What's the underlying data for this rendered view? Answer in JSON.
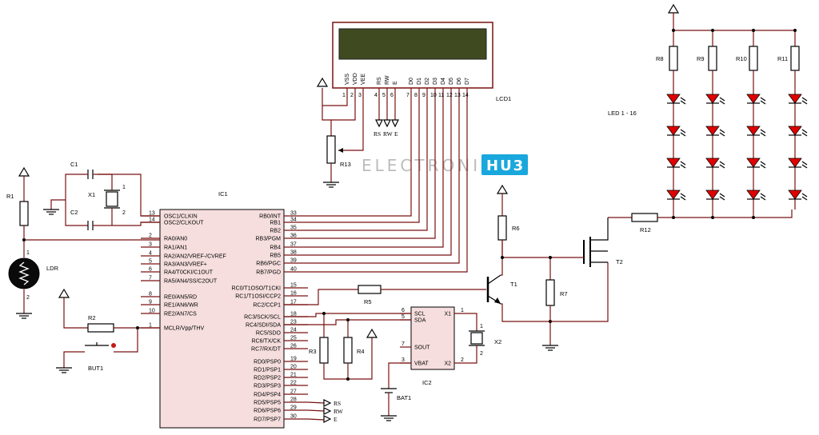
{
  "watermark": {
    "left": "ELECTRONICS",
    "right": "HU3",
    "accent": "#19a7dd"
  },
  "colors": {
    "wire": "#7a1010",
    "body": "#000000",
    "chip_fill": "#f6dede",
    "lcd_screen": "#404a20"
  },
  "lcd": {
    "ref": "LCD1",
    "pins": [
      {
        "name": "VSS",
        "num": "1"
      },
      {
        "name": "VDD",
        "num": "2"
      },
      {
        "name": "VEE",
        "num": "3"
      },
      {
        "name": "RS",
        "num": "4"
      },
      {
        "name": "RW",
        "num": "5"
      },
      {
        "name": "E",
        "num": "6"
      },
      {
        "name": "D0",
        "num": "7"
      },
      {
        "name": "D1",
        "num": "8"
      },
      {
        "name": "D2",
        "num": "9"
      },
      {
        "name": "D3",
        "num": "10"
      },
      {
        "name": "D4",
        "num": "11"
      },
      {
        "name": "D5",
        "num": "12"
      },
      {
        "name": "D6",
        "num": "13"
      },
      {
        "name": "D7",
        "num": "14"
      }
    ],
    "ctrl_labels": [
      "RS",
      "RW",
      "E"
    ]
  },
  "mcu": {
    "ref": "IC1",
    "left_pins": [
      {
        "num": "13",
        "name": "OSC1/CLKIN"
      },
      {
        "num": "14",
        "name": "OSC2/CLKOUT"
      },
      {
        "num": "2",
        "name": "RA0/AN0"
      },
      {
        "num": "3",
        "name": "RA1/AN1"
      },
      {
        "num": "4",
        "name": "RA2/AN2/VREF-/CVREF"
      },
      {
        "num": "5",
        "name": "RA3/AN3/VREF+"
      },
      {
        "num": "6",
        "name": "RA4/T0CKI/C1OUT"
      },
      {
        "num": "7",
        "name": "RA5/AN4/SS/C2OUT"
      },
      {
        "num": "8",
        "name": "RE0/AN5/RD"
      },
      {
        "num": "9",
        "name": "RE1/AN6/WR"
      },
      {
        "num": "10",
        "name": "RE2/AN7/CS"
      },
      {
        "num": "1",
        "name": "MCLR/Vpp/THV"
      }
    ],
    "right_pins": [
      {
        "num": "33",
        "name": "RB0/INT"
      },
      {
        "num": "34",
        "name": "RB1"
      },
      {
        "num": "35",
        "name": "RB2"
      },
      {
        "num": "36",
        "name": "RB3/PGM"
      },
      {
        "num": "37",
        "name": "RB4"
      },
      {
        "num": "38",
        "name": "RB5"
      },
      {
        "num": "39",
        "name": "RB6/PGC"
      },
      {
        "num": "40",
        "name": "RB7/PGD"
      },
      {
        "num": "15",
        "name": "RC0/T1OSO/T1CKI"
      },
      {
        "num": "16",
        "name": "RC1/T1OSI/CCP2"
      },
      {
        "num": "17",
        "name": "RC2/CCP1"
      },
      {
        "num": "18",
        "name": "RC3/SCK/SCL"
      },
      {
        "num": "23",
        "name": "RC4/SDI/SDA"
      },
      {
        "num": "24",
        "name": "RC5/SDO"
      },
      {
        "num": "25",
        "name": "RC6/TX/CK"
      },
      {
        "num": "26",
        "name": "RC7/RX/DT"
      },
      {
        "num": "19",
        "name": "RD0/PSP0"
      },
      {
        "num": "20",
        "name": "RD1/PSP1"
      },
      {
        "num": "21",
        "name": "RD2/PSP2"
      },
      {
        "num": "22",
        "name": "RD3/PSP3"
      },
      {
        "num": "27",
        "name": "RD4/PSP4"
      },
      {
        "num": "28",
        "name": "RD5/PSP5"
      },
      {
        "num": "29",
        "name": "RD6/PSP6"
      },
      {
        "num": "30",
        "name": "RD7/PSP7"
      }
    ],
    "rd_labels": [
      "RS",
      "RW",
      "E"
    ]
  },
  "rtc": {
    "ref": "IC2",
    "left_pins": [
      {
        "num": "6",
        "name": "SCL"
      },
      {
        "num": "5",
        "name": "SDA"
      },
      {
        "num": "7",
        "name": "SOUT"
      },
      {
        "num": "3",
        "name": "VBAT"
      }
    ],
    "right_pins": [
      {
        "num": "1",
        "name": "X1"
      },
      {
        "num": "2",
        "name": "X2"
      }
    ]
  },
  "refs": {
    "c1": "C1",
    "c2": "C2",
    "x1": "X1",
    "x2": "X2",
    "r1": "R1",
    "r2": "R2",
    "r3": "R3",
    "r4": "R4",
    "r5": "R5",
    "r6": "R6",
    "r7": "R7",
    "r8": "R8",
    "r9": "R9",
    "r10": "R10",
    "r11": "R11",
    "r12": "R12",
    "r13": "R13",
    "ldr": "LDR",
    "but1": "BUT1",
    "bat1": "BAT1",
    "t1": "T1",
    "t2": "T2",
    "led_group": "LED 1 - 16"
  },
  "pin_marks": {
    "one": "1",
    "two": "2"
  }
}
